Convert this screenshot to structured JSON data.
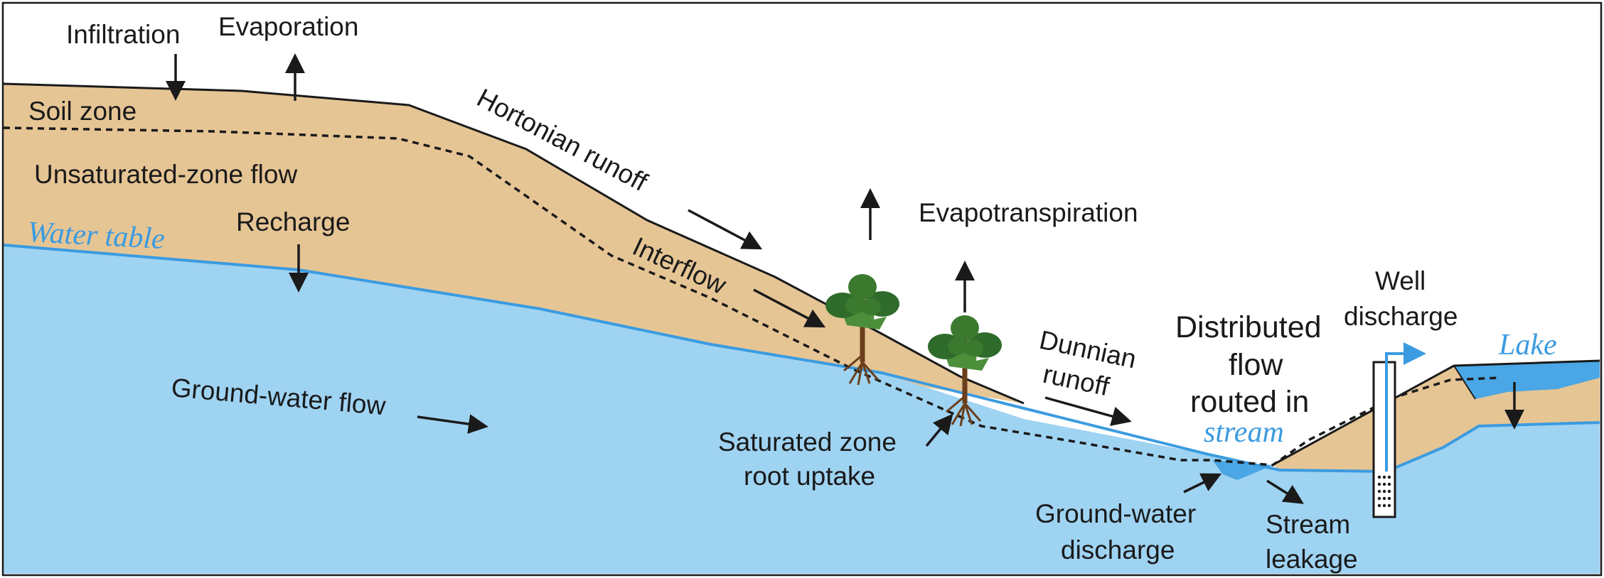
{
  "labels": {
    "infiltration": "Infiltration",
    "evaporation": "Evaporation",
    "soil_zone": "Soil zone",
    "unsaturated_zone_flow": "Unsaturated-zone flow",
    "water_table": "Water table",
    "recharge": "Recharge",
    "hortonian_runoff": "Hortonian runoff",
    "interflow": "Interflow",
    "evapotranspiration": "Evapotranspiration",
    "ground_water_flow": "Ground-water flow",
    "dunnian_runoff_1": "Dunnian",
    "dunnian_runoff_2": "runoff",
    "saturated_root_1": "Saturated zone",
    "saturated_root_2": "root uptake",
    "distributed_1": "Distributed",
    "distributed_2": "flow",
    "distributed_3": "routed in",
    "stream": "stream",
    "ground_water_discharge_1": "Ground-water",
    "ground_water_discharge_2": "discharge",
    "stream_leakage_1": "Stream",
    "stream_leakage_2": "leakage",
    "well_discharge_1": "Well",
    "well_discharge_2": "discharge",
    "lake": "Lake"
  },
  "colors": {
    "soil": "#e6c595",
    "groundwater": "#9fd3f2",
    "surface_water": "#4aa6e4",
    "accent_text": "#3b9be0",
    "outline": "#1a1a1a"
  }
}
